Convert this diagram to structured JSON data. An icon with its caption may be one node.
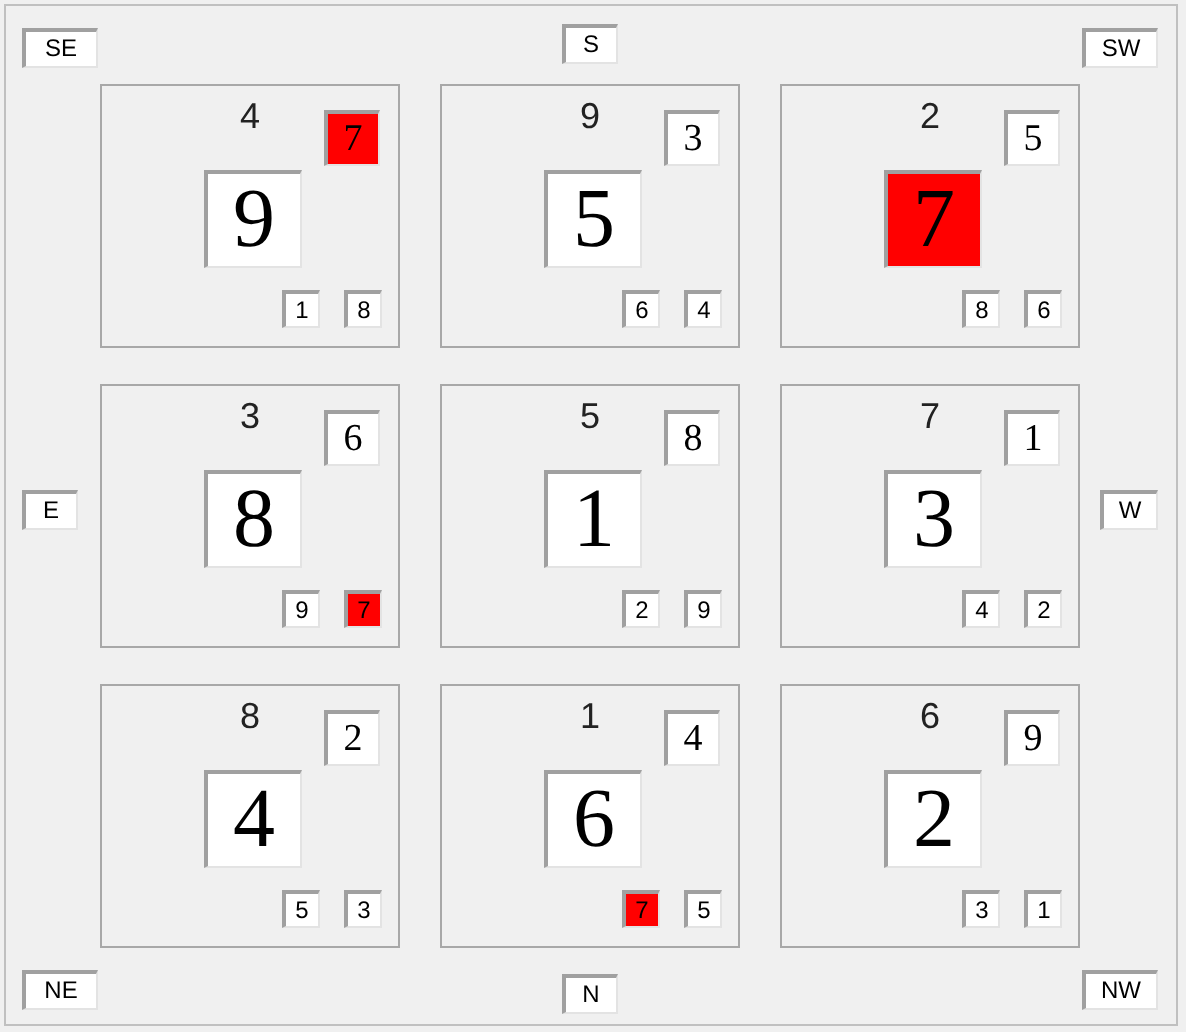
{
  "diagram": {
    "nodes": [
      {
        "text": [
          "SE"
        ]
      },
      {
        "text": [
          "S"
        ]
      },
      {
        "text": [
          "SW"
        ]
      },
      {
        "text": [
          "4"
        ]
      },
      {
        "text": [
          "7"
        ],
        "in": 3
      },
      {
        "text": [
          "9"
        ],
        "in": 3
      },
      {
        "text": [
          "1"
        ],
        "in": 3
      },
      {
        "text": [
          "8"
        ],
        "in": 3
      },
      {
        "text": [
          "9"
        ]
      },
      {
        "text": [
          "3"
        ],
        "in": 8
      },
      {
        "text": [
          "5"
        ],
        "in": 8
      },
      {
        "text": [
          "6"
        ],
        "in": 8
      },
      {
        "text": [
          "4"
        ],
        "in": 8
      },
      {
        "text": [
          "2"
        ]
      },
      {
        "text": [
          "5"
        ],
        "in": 13
      },
      {
        "text": [
          "7"
        ],
        "in": 13
      },
      {
        "text": [
          "8"
        ],
        "in": 13
      },
      {
        "text": [
          "6"
        ],
        "in": 13
      },
      {
        "text": [
          "E"
        ]
      },
      {
        "text": [
          "3"
        ]
      },
      {
        "text": [
          "6"
        ],
        "in": 19
      },
      {
        "text": [
          "8"
        ],
        "in": 19
      },
      {
        "text": [
          "9"
        ],
        "in": 19
      },
      {
        "text": [
          "7"
        ],
        "in": 19
      },
      {
        "text": [
          "5"
        ]
      },
      {
        "text": [
          "8"
        ],
        "in": 24
      },
      {
        "text": [
          "1"
        ],
        "in": 24
      },
      {
        "text": [
          "2"
        ],
        "in": 24
      },
      {
        "text": [
          "9"
        ],
        "in": 24
      },
      {
        "text": [
          "7"
        ]
      },
      {
        "text": [
          "1"
        ],
        "in": 29
      },
      {
        "text": [
          "3"
        ],
        "in": 29
      },
      {
        "text": [
          "4"
        ],
        "in": 29
      },
      {
        "text": [
          "2"
        ],
        "in": 29
      },
      {
        "text": [
          "W"
        ]
      },
      {
        "text": [
          "8"
        ]
      },
      {
        "text": [
          "2"
        ],
        "in": 35
      },
      {
        "text": [
          "4"
        ],
        "in": 35
      },
      {
        "text": [
          "5"
        ],
        "in": 35
      },
      {
        "text": [
          "3"
        ],
        "in": 35
      },
      {
        "text": [
          "1"
        ]
      },
      {
        "text": [
          "4"
        ],
        "in": 40
      },
      {
        "text": [
          "6"
        ],
        "in": 40
      },
      {
        "text": [
          "7"
        ],
        "in": 40
      },
      {
        "text": [
          "5"
        ],
        "in": 40
      },
      {
        "text": [
          "6"
        ]
      },
      {
        "text": [
          "9"
        ],
        "in": 45
      },
      {
        "text": [
          "2"
        ],
        "in": 45
      },
      {
        "text": [
          "3"
        ],
        "in": 45
      },
      {
        "text": [
          "1"
        ],
        "in": 45
      },
      {
        "text": [
          "NE"
        ]
      },
      {
        "text": [
          "N"
        ]
      },
      {
        "text": [
          "NW"
        ]
      }
    ]
  }
}
